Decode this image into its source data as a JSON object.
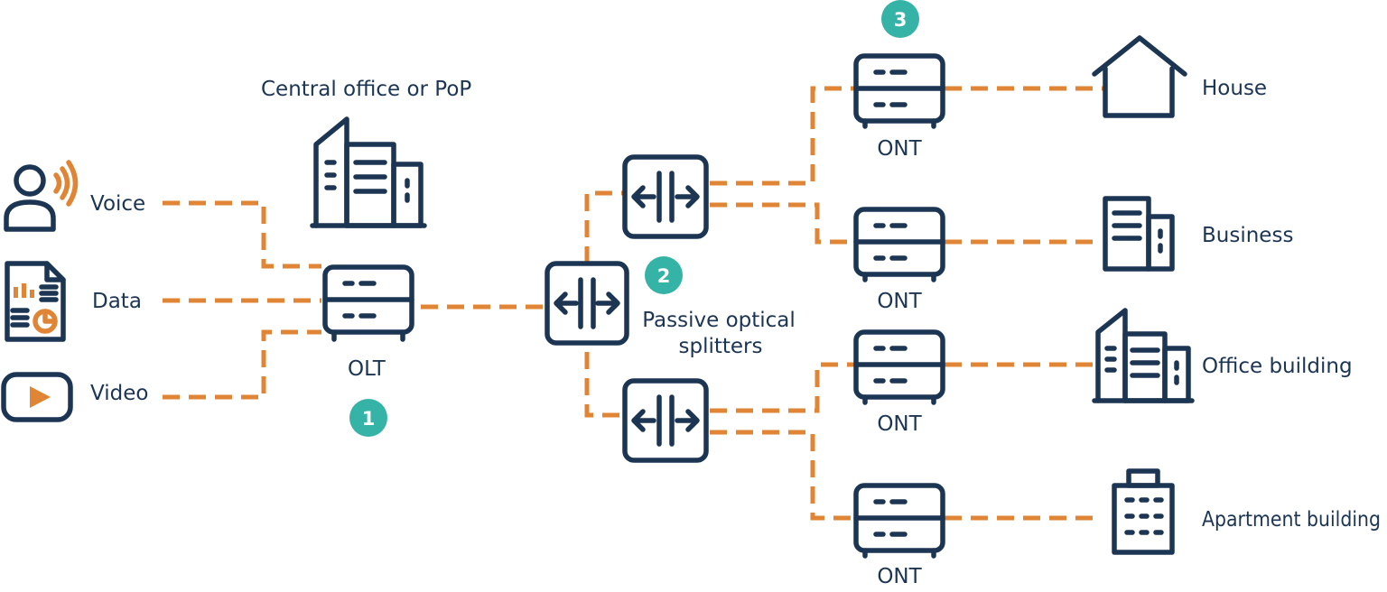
{
  "colors": {
    "ink": "#1c3553",
    "link": "#e08536",
    "badge": "#35b3a6",
    "background": "#ffffff"
  },
  "sources": {
    "voice": "Voice",
    "data": "Data",
    "video": "Video"
  },
  "central_office": {
    "label": "Central office or PoP"
  },
  "olt": {
    "label": "OLT",
    "badge": "1"
  },
  "splitters": {
    "label_line1": "Passive optical",
    "label_line2": "splitters",
    "badge": "2"
  },
  "onts": {
    "label": "ONT",
    "badge": "3"
  },
  "destinations": {
    "house": "House",
    "business": "Business",
    "office": "Office building",
    "apartment": "Apartment building"
  }
}
